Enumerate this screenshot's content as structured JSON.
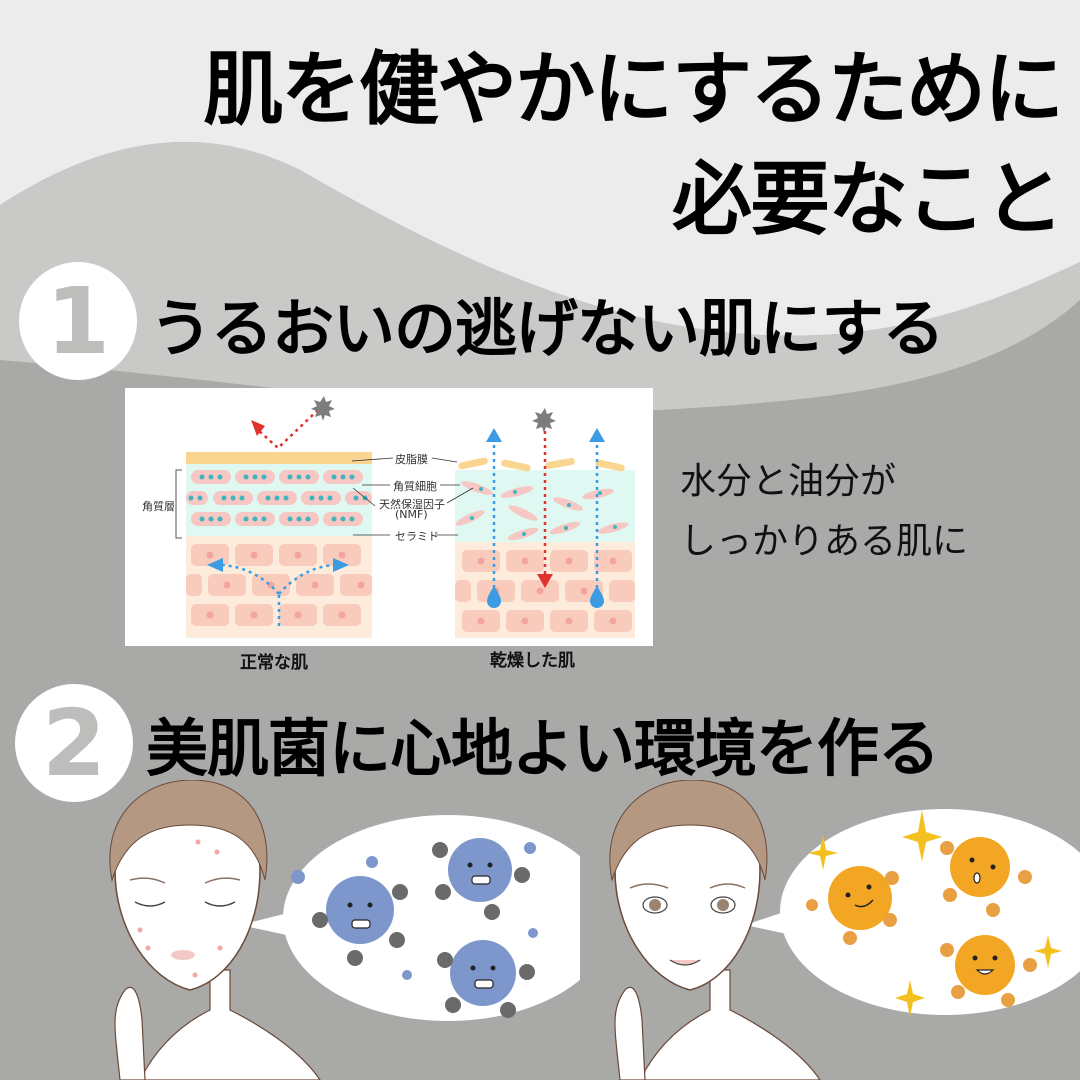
{
  "header": {
    "title_line1": "肌を健やかにするために",
    "title_line2": "必要なこと"
  },
  "sections": [
    {
      "number": "1",
      "title": "うるおいの逃げない肌にする",
      "diagram": {
        "labels": {
          "sebum": "皮脂膜",
          "corneocyte": "角質細胞",
          "nmf_line1": "天然保湿因子",
          "nmf_line2": "(NMF)",
          "ceramide": "セラミド",
          "stratum_corneum": "角質層"
        },
        "captions": {
          "normal": "正常な肌",
          "dry": "乾燥した肌"
        }
      },
      "side_text_line1": "水分と油分が",
      "side_text_line2": "しっかりある肌に"
    },
    {
      "number": "2",
      "title": "美肌菌に心地よい環境を作る",
      "illustrations": {
        "left": "troubled-skin-woman-with-bad-bacteria",
        "right": "healthy-skin-woman-with-good-bacteria"
      }
    }
  ],
  "colors": {
    "background_light": "#ececec",
    "background_mid": "#c9c9c7",
    "background_dark": "#a9a9a7",
    "badge_fill": "#ffffff",
    "badge_digit": "#bdbdbb",
    "sebum": "#f9d590",
    "stratum": "#dff8f2",
    "cell_pink": "#f7c7c4",
    "nmf_teal": "#3fb6bd",
    "arrow_blue": "#3b9be3",
    "arrow_red": "#e0322c",
    "bad_bacteria": "#6f8fc9",
    "good_bacteria": "#f3a623"
  }
}
